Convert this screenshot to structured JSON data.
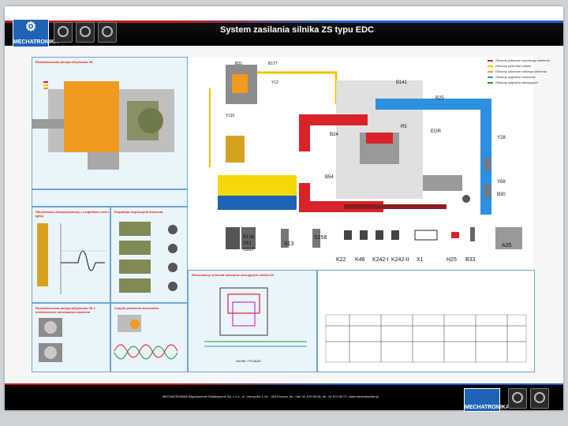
{
  "header": {
    "title": "System zasilania silnika ZS typu EDC",
    "brand": "MECHATRONIKA"
  },
  "colors": {
    "fuel_pressure_high": "#d9232b",
    "fuel_return": "#f5c400",
    "fuel_low_pressure": "#f09a1e",
    "air_intake": "#2c8fe0",
    "accent_blue": "#1e63b5",
    "panel_bg": "#eaf4fb"
  },
  "legend": {
    "items": [
      {
        "label": "Obwody paliwowe wysokiego ciśnienia",
        "color": "#d9232b"
      },
      {
        "label": "Obwody powrotne paliwa",
        "color": "#f5c400"
      },
      {
        "label": "Obwody paliwowe niskiego ciśnienia",
        "color": "#f09a1e"
      },
      {
        "label": "Obwody sygnałów sensorów",
        "color": "#2c8fe0"
      },
      {
        "label": "Obwody sygnałów sterujących",
        "color": "#1a9a3a"
      }
    ]
  },
  "panels": {
    "pump": "Rozdzielaczowa pompa wtryskowa VE",
    "signal": "Wtryskiwacz dwusprężynowy z czujnikiem ruchu iglicy",
    "needle": "Regulacja rozpoczęcia tłoczenia",
    "valve": "Rozdzielaczowa pompa wtryskowa VE z elektronicznie sterowanym zaworem",
    "sensor": "Czujnik położenia sterownika",
    "circuit": "Elementarny schemat obwodów sterujących silnika ZS",
    "wiring_caption": "SILNIK / POJAZD"
  },
  "components": {
    "pump_labels": [
      "B31",
      "B177",
      "Y12",
      "Y110"
    ],
    "engine_labels": [
      "B141",
      "B25",
      "B24",
      "R5",
      "EGR",
      "Y28",
      "Y68",
      "B30",
      "B54"
    ],
    "pedal_labels": [
      "B138",
      "S61",
      "S337",
      "S13",
      "S258"
    ],
    "relay_labels": [
      "K22",
      "K46",
      "K242-I",
      "K242-II",
      "X1",
      "H25",
      "B33",
      "A35"
    ]
  },
  "footer": {
    "address": "MECHATRONIKA Wyposażenie Dydaktyczne Sp. z o.o., ul. Ustrzycka 1, 61 - 324 Poznań, tel. / fax: 61 870 50 06, tel.: 61 870 50 07, www.mechatronika.pl",
    "brand": "MECHATRONIKA"
  }
}
